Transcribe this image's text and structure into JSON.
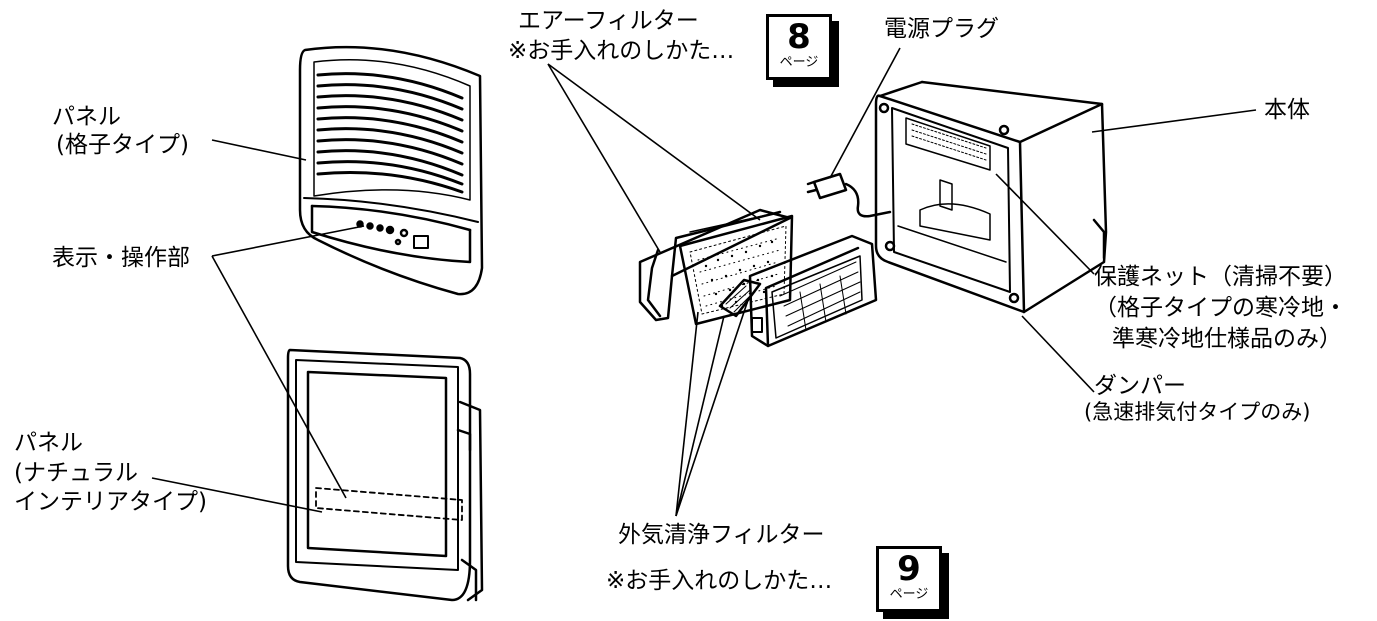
{
  "labels": {
    "air_filter": "エアーフィルター",
    "air_filter_care": "※お手入れのしかた…",
    "air_filter_page": "8",
    "page_unit": "ページ",
    "power_plug": "電源プラグ",
    "main_body": "本体",
    "panel_lattice_1": "パネル",
    "panel_lattice_2": "(格子タイプ)",
    "display_panel": "表示・操作部",
    "panel_natural_1": "パネル",
    "panel_natural_2": "(ナチュラル",
    "panel_natural_3": "インテリアタイプ)",
    "protect_net_1": "保護ネット（清掃不要）",
    "protect_net_2": "（格子タイプの寒冷地・",
    "protect_net_3": "準寒冷地仕様品のみ）",
    "damper_1": "ダンパー",
    "damper_2": "(急速排気付タイプのみ)",
    "outdoor_filter": "外気清浄フィルター",
    "outdoor_filter_care": "※お手入れのしかた…",
    "outdoor_filter_page": "9"
  }
}
